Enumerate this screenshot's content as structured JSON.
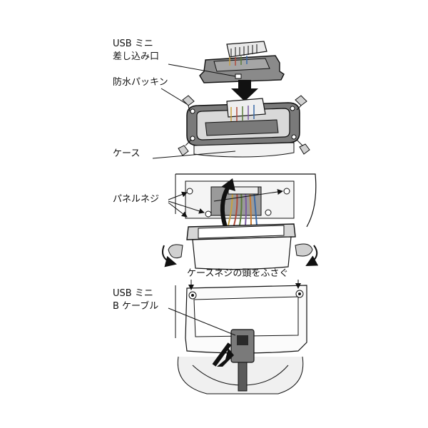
{
  "labels": {
    "usb_mini_port_line1": "USB ミニ",
    "usb_mini_port_line2": "差し込み口",
    "waterproof_packing": "防水パッキン",
    "case": "ケース",
    "panel_screws": "パネルネジ",
    "case_screw_cover": "ケースネジの頭をふさぐ",
    "usb_mini_b_cable_line1": "USB ミニ",
    "usb_mini_b_cable_line2": "B ケーブル"
  },
  "colors": {
    "case_gray": "#8a8a8a",
    "packing_gray": "#5f5f5f",
    "outline": "#111111",
    "wire_colors": [
      "#c8a040",
      "#b04a3a",
      "#5a7a3a",
      "#7a5aa0",
      "#c87a30",
      "#3a6aa8",
      "#a03a6a",
      "#777777"
    ]
  }
}
